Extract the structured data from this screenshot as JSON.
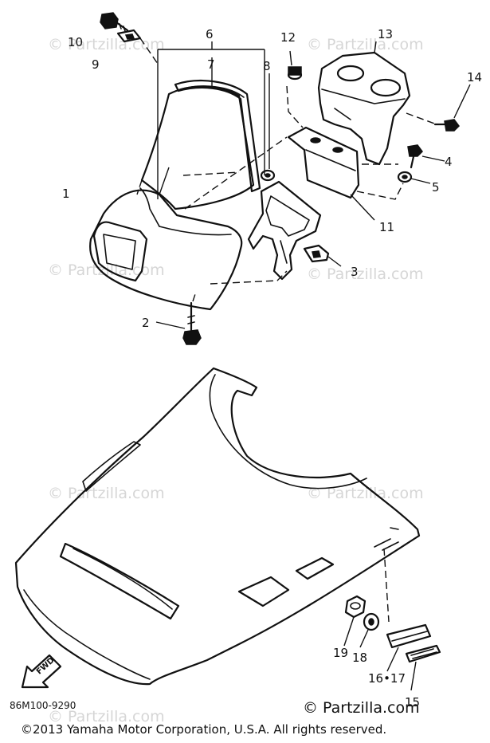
{
  "callouts": [
    {
      "n": "10",
      "label": "10"
    },
    {
      "n": "9",
      "label": "9"
    },
    {
      "n": "6",
      "label": "6"
    },
    {
      "n": "7",
      "label": "7"
    },
    {
      "n": "8",
      "label": "8"
    },
    {
      "n": "12",
      "label": "12"
    },
    {
      "n": "13",
      "label": "13"
    },
    {
      "n": "14",
      "label": "14"
    },
    {
      "n": "4",
      "label": "4"
    },
    {
      "n": "5",
      "label": "5"
    },
    {
      "n": "1",
      "label": "1"
    },
    {
      "n": "11",
      "label": "11"
    },
    {
      "n": "3",
      "label": "3"
    },
    {
      "n": "2",
      "label": "2"
    },
    {
      "n": "19",
      "label": "19"
    },
    {
      "n": "18",
      "label": "18"
    },
    {
      "n": "16.17",
      "label": "16•17"
    },
    {
      "n": "15",
      "label": "15"
    }
  ],
  "watermark": "© Partzilla.com",
  "diagram_code": "86M100-9290",
  "fwd_label": "FWD",
  "brand": "© Partzilla.com",
  "copyright": "©2013  Yamaha Motor Corporation, U.S.A. All rights reserved."
}
